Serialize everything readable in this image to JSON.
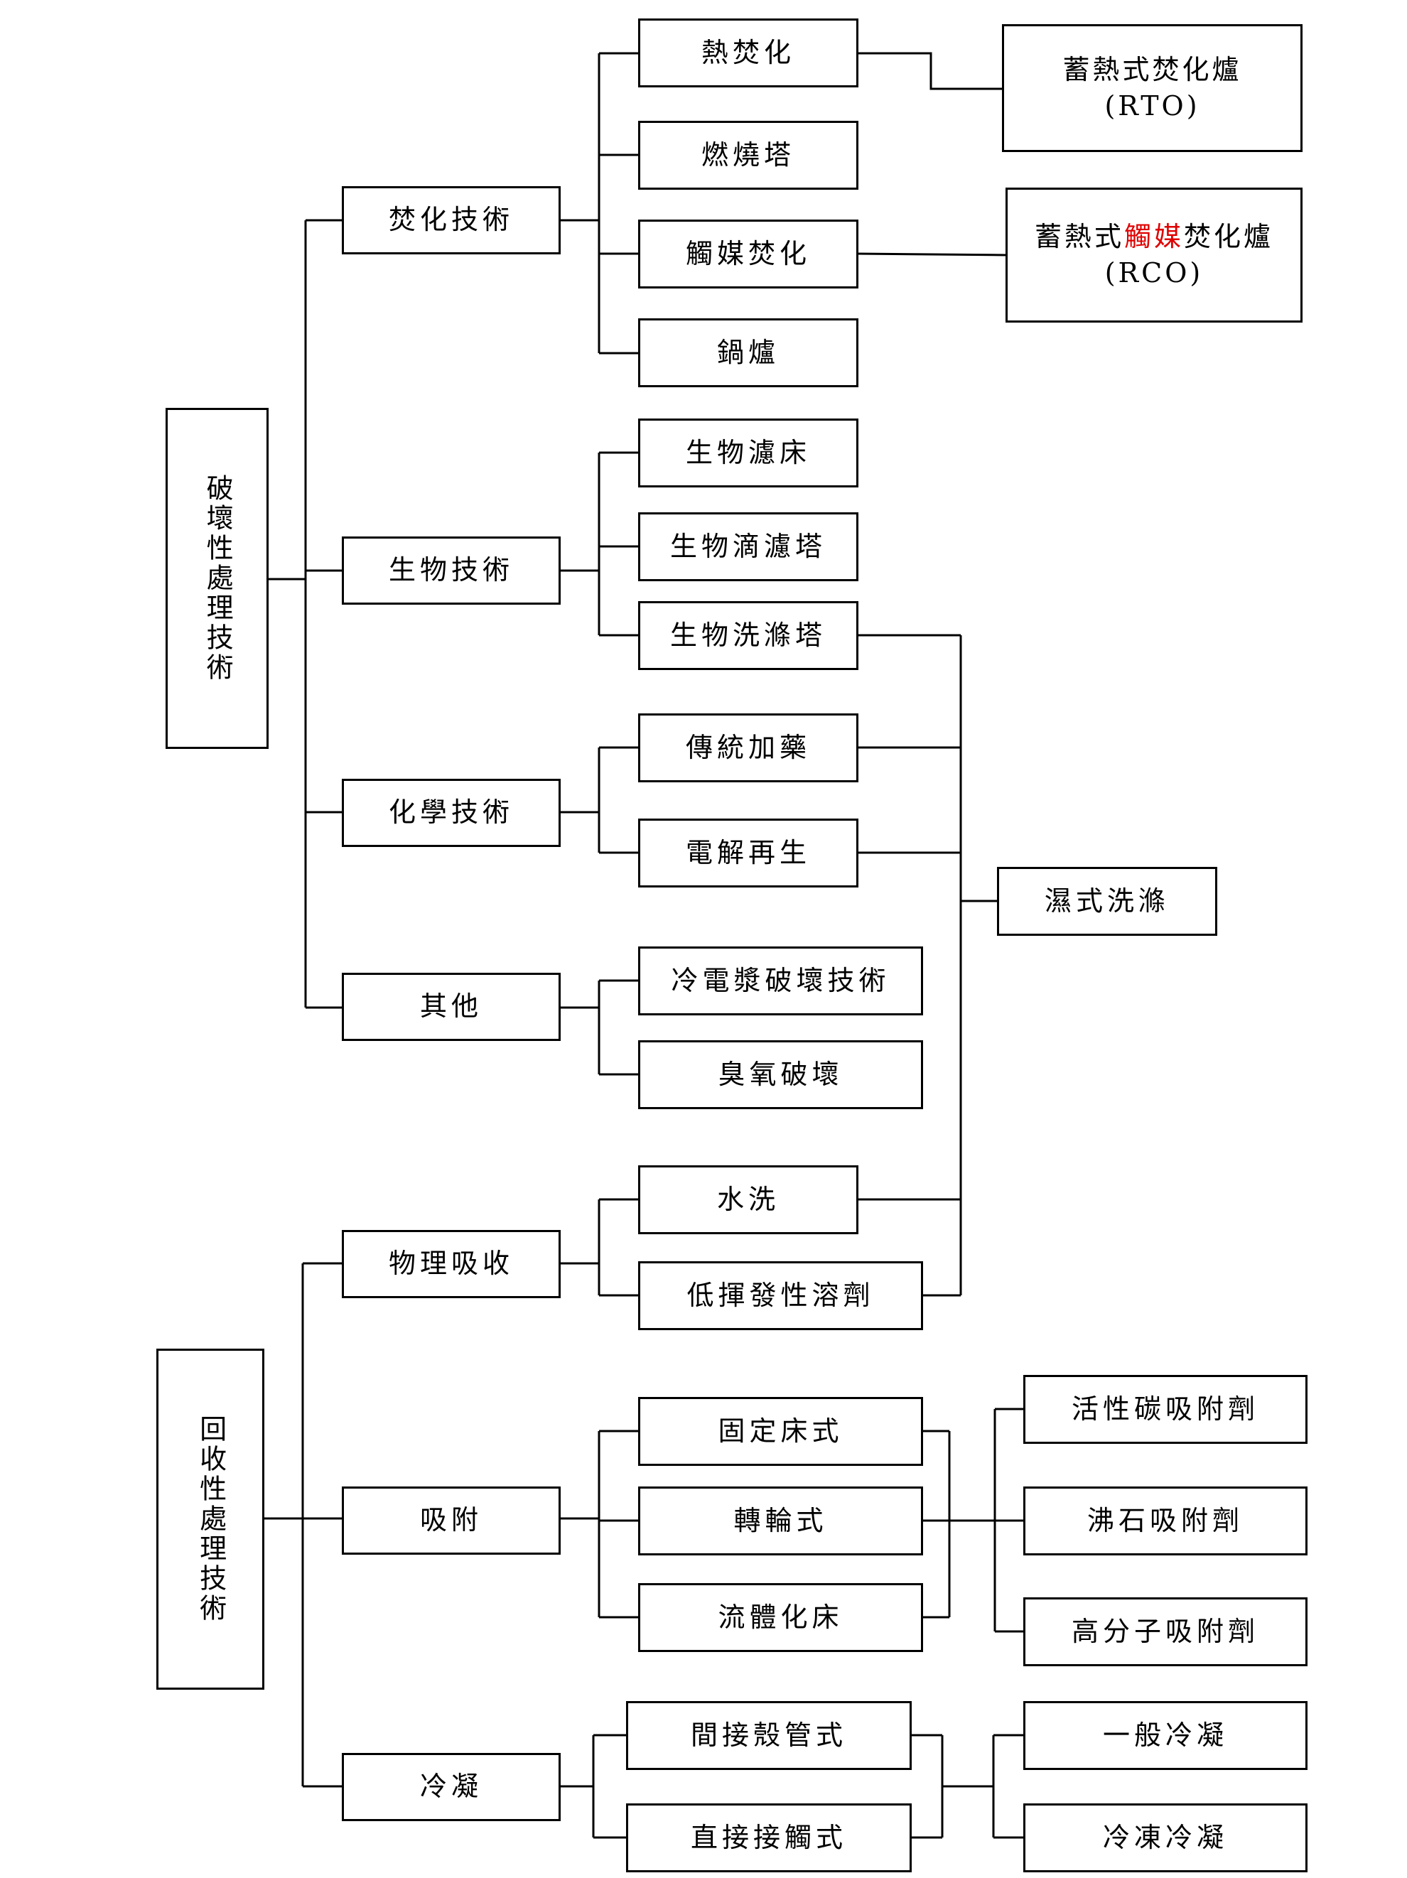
{
  "roots": {
    "destructive": "破壞性處理技術",
    "recovery": "回收性處理技術"
  },
  "categories": {
    "incineration": "焚化技術",
    "biological": "生物技術",
    "chemical": "化學技術",
    "other": "其他",
    "physical_absorption": "物理吸收",
    "adsorption": "吸附",
    "condensation": "冷凝"
  },
  "methods": {
    "thermal_incineration": "熱焚化",
    "combustion_tower": "燃燒塔",
    "catalytic_incineration": "觸媒焚化",
    "boiler": "鍋爐",
    "biofilter": "生物濾床",
    "biotrickling_filter": "生物滴濾塔",
    "bioscrubber": "生物洗滌塔",
    "traditional_dosing": "傳統加藥",
    "electrolytic_regeneration": "電解再生",
    "cold_plasma": "冷電漿破壞技術",
    "ozone": "臭氧破壞",
    "water_wash": "水洗",
    "low_volatility_solvent": "低揮發性溶劑",
    "fixed_bed": "固定床式",
    "rotary_wheel": "轉輪式",
    "fluidized_bed": "流體化床",
    "indirect_shell_tube": "間接殼管式",
    "direct_contact": "直接接觸式"
  },
  "outcomes": {
    "rto_line1": "蓄熱式焚化爐",
    "rto_line2": "(RTO)",
    "rco_prefix": "蓄熱式",
    "rco_highlight": "觸媒",
    "rco_suffix": "焚化爐",
    "rco_line2": "(RCO)",
    "wet_scrubbing": "濕式洗滌",
    "activated_carbon": "活性碳吸附劑",
    "zeolite": "沸石吸附劑",
    "polymer_adsorbent": "高分子吸附劑",
    "general_condensation": "一般冷凝",
    "refrigerated_condensation": "冷凍冷凝"
  },
  "colors": {
    "highlight": "#e00000",
    "line": "#000000"
  }
}
